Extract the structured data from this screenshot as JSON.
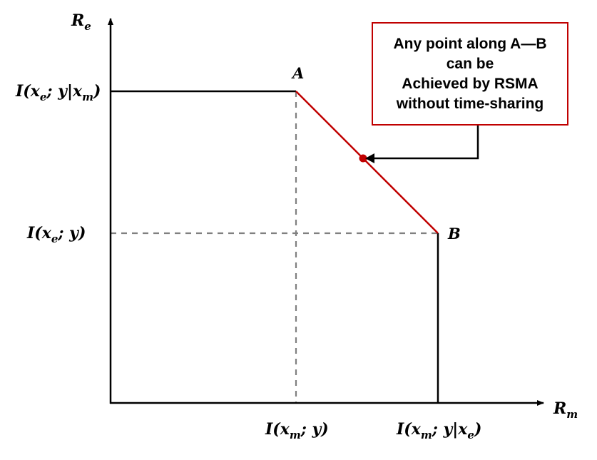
{
  "axes": {
    "y_label": {
      "main": "R",
      "sub": "e"
    },
    "x_label": {
      "main": "R",
      "sub": "m"
    }
  },
  "y_ticks": {
    "upper": {
      "prefix": "I(",
      "v1": "x",
      "v1_sub": "e",
      "sep": "; y|",
      "v2": "x",
      "v2_sub": "m",
      "suffix": ")"
    },
    "lower": {
      "prefix": "I(",
      "v1": "x",
      "v1_sub": "e",
      "sep": "; y",
      "suffix": ")"
    }
  },
  "x_ticks": {
    "left": {
      "prefix": "I(",
      "v1": "x",
      "v1_sub": "m",
      "sep": "; y",
      "suffix": ")"
    },
    "right": {
      "prefix": "I(",
      "v1": "x",
      "v1_sub": "m",
      "sep": "; y|",
      "v2": "x",
      "v2_sub": "e",
      "suffix": ")"
    }
  },
  "points": {
    "a_label": "A",
    "b_label": "B"
  },
  "callout": {
    "lines": [
      "Any point along A—B",
      "can be",
      "Achieved by RSMA",
      "without time-sharing"
    ]
  },
  "colors": {
    "boundary": "#000000",
    "segment": "#c00000",
    "dashed": "#808080",
    "callout_border": "#c00000"
  }
}
